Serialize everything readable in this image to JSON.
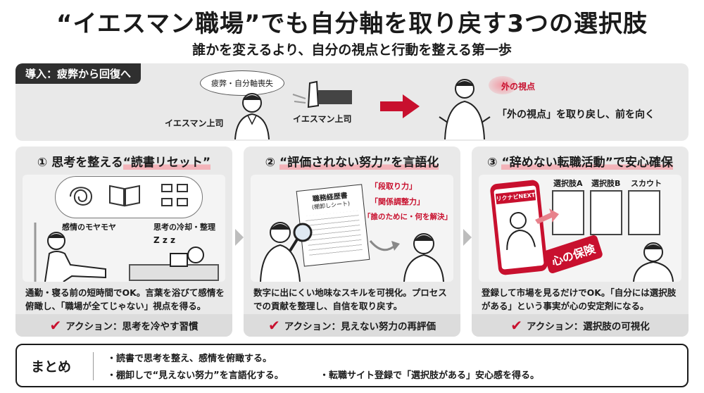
{
  "header": {
    "title": "“イエスマン職場”でも自分軸を取り戻す3つの選択肢",
    "subtitle": "誰かを変えるより、自分の視点と行動を整える第一歩"
  },
  "intro": {
    "label": "導入：疲弊から回復へ",
    "thought_bubble": "疲弊・自分軸喪失",
    "boss_label_left": "イエスマン上司",
    "boss_label_right": "イエスマン上司",
    "outside_view": "外の視点",
    "message": "「外の視点」を取り戻し、前を向く"
  },
  "cards": [
    {
      "title_prefix": "① 思考を整える",
      "title_highlight": "“読書リセット”",
      "scene_labels": [
        "感情のモヤモヤ",
        "思考の冷却・整理",
        "Z z z"
      ],
      "description": "通勤・寝る前の短時間でOK。言葉を浴びて感情を俯瞰し、「職場が全てじゃない」視点を得る。",
      "action": "アクション：思考を冷やす習慣"
    },
    {
      "title_prefix": "② ",
      "title_highlight": "“評価されない努力”を言語化",
      "scene_labels": [
        "職務経歴書",
        "(棚卸しシート)",
        "「段取り力」",
        "「関係調整力」",
        "「誰のために・何を解決」"
      ],
      "description": "数字に出にくい地味なスキルを可視化。プロセスでの貢献を整理し、自信を取り戻す。",
      "action": "アクション：見えない努力の再評価"
    },
    {
      "title_prefix": "③ ",
      "title_highlight": "“辞めない転職活動”で安心確保",
      "scene_labels": [
        "選択肢A",
        "選択肢B",
        "スカウト",
        "リクナビNEXT",
        "心の保険"
      ],
      "description": "登録して市場を見るだけでOK。「自分には選択肢がある」という事実が心の安定剤になる。",
      "action": "アクション：選択肢の可視化"
    }
  ],
  "summary": {
    "label": "まとめ",
    "line1": "・読書で思考を整え、感情を俯瞰する。",
    "line2a": "・棚卸しで“見えない努力”を言語化する。",
    "line2b": "・転職サイト登録で「選択肢がある」安心感を得る。"
  },
  "colors": {
    "accent": "#c8102e",
    "panel": "#e9e9e9",
    "dark": "#2f2f2f"
  }
}
